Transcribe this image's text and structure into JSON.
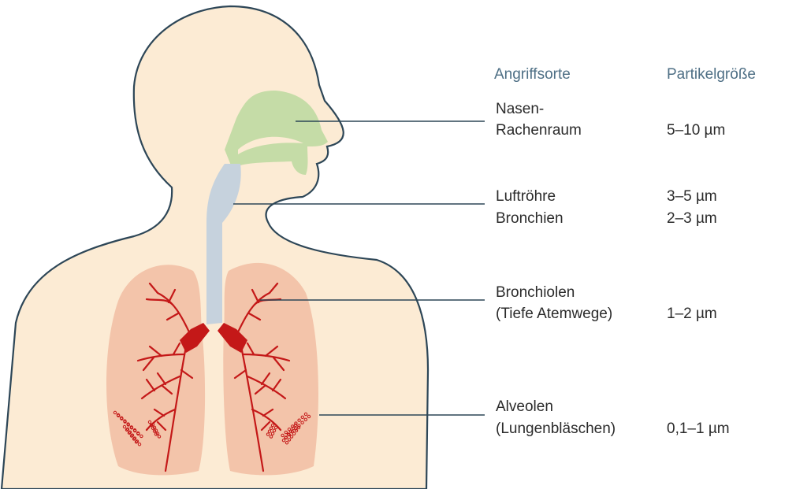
{
  "headers": {
    "site": "Angriffsorte",
    "size": "Partikelgröße"
  },
  "rows": [
    {
      "site_line1": "Nasen-",
      "site_line2": "Rachenraum",
      "size_line1": "5–10 µm"
    },
    {
      "site_line1": "Luftröhre",
      "site_line2": "Bronchien",
      "size_line1": "3–5 µm",
      "size_line2": "2–3 µm"
    },
    {
      "site_line1": "Bronchiolen",
      "site_line2": "(Tiefe Atemwege)",
      "size_line1": "1–2 µm"
    },
    {
      "site_line1": "Alveolen",
      "site_line2": "(Lungenbläschen)",
      "size_line1": "0,1–1 µm"
    }
  ],
  "colors": {
    "body": "#fcebd4",
    "body_outline": "#2d4657",
    "nasal": "#c5dca7",
    "trachea": "#c6d2dd",
    "lungs": "#f3c4aa",
    "bronchi": "#c41818",
    "leader_line": "#2d4657",
    "header_text": "#4e6f85"
  },
  "icons": [
    "human-torso-silhouette",
    "respiratory-tract-illustration"
  ]
}
